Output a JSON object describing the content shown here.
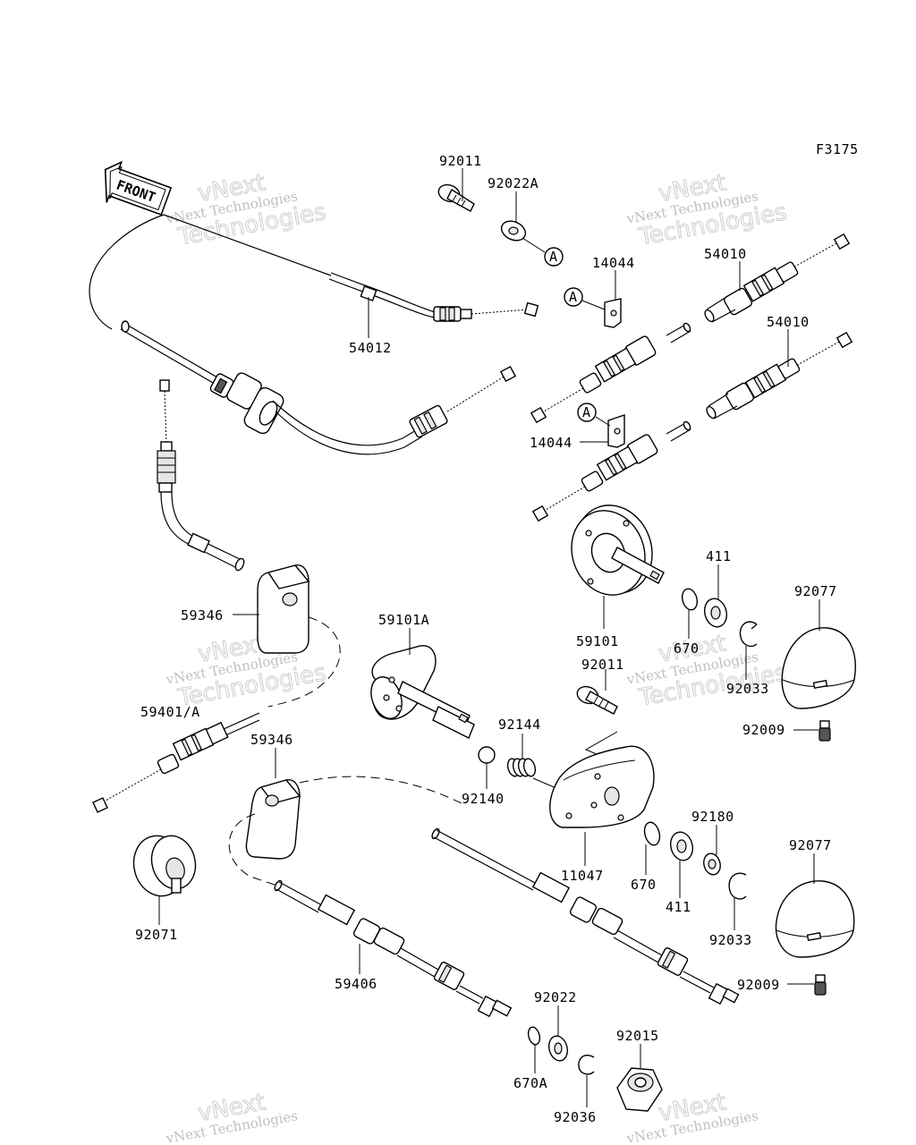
{
  "figure_code": "F3175",
  "front_label": "FRONT",
  "ref_marker": "A",
  "watermark": {
    "line1": "vNext Technologies",
    "line2": "vNext",
    "line3": "Technologies"
  },
  "parts": [
    {
      "id": "p92011a",
      "label": "92011"
    },
    {
      "id": "p92022a",
      "label": "92022A"
    },
    {
      "id": "p14044a",
      "label": "14044"
    },
    {
      "id": "p54010a",
      "label": "54010"
    },
    {
      "id": "p54010b",
      "label": "54010"
    },
    {
      "id": "p54012",
      "label": "54012"
    },
    {
      "id": "p14044b",
      "label": "14044"
    },
    {
      "id": "p59346a",
      "label": "59346"
    },
    {
      "id": "p59101a",
      "label": "59101A"
    },
    {
      "id": "p59101",
      "label": "59101"
    },
    {
      "id": "p411a",
      "label": "411"
    },
    {
      "id": "p670a",
      "label": "670"
    },
    {
      "id": "p92077a",
      "label": "92077"
    },
    {
      "id": "p92033a",
      "label": "92033"
    },
    {
      "id": "p92011b",
      "label": "92011"
    },
    {
      "id": "p92009a",
      "label": "92009"
    },
    {
      "id": "p59401",
      "label": "59401/A"
    },
    {
      "id": "p92144",
      "label": "92144"
    },
    {
      "id": "p92140",
      "label": "92140"
    },
    {
      "id": "p59346b",
      "label": "59346"
    },
    {
      "id": "p11047",
      "label": "11047"
    },
    {
      "id": "p92180",
      "label": "92180"
    },
    {
      "id": "p670b",
      "label": "670"
    },
    {
      "id": "p411b",
      "label": "411"
    },
    {
      "id": "p92077b",
      "label": "92077"
    },
    {
      "id": "p92033b",
      "label": "92033"
    },
    {
      "id": "p92071",
      "label": "92071"
    },
    {
      "id": "p59406",
      "label": "59406"
    },
    {
      "id": "p92009b",
      "label": "92009"
    },
    {
      "id": "p92022",
      "label": "92022"
    },
    {
      "id": "p92015",
      "label": "92015"
    },
    {
      "id": "p670A",
      "label": "670A"
    },
    {
      "id": "p92036",
      "label": "92036"
    }
  ]
}
